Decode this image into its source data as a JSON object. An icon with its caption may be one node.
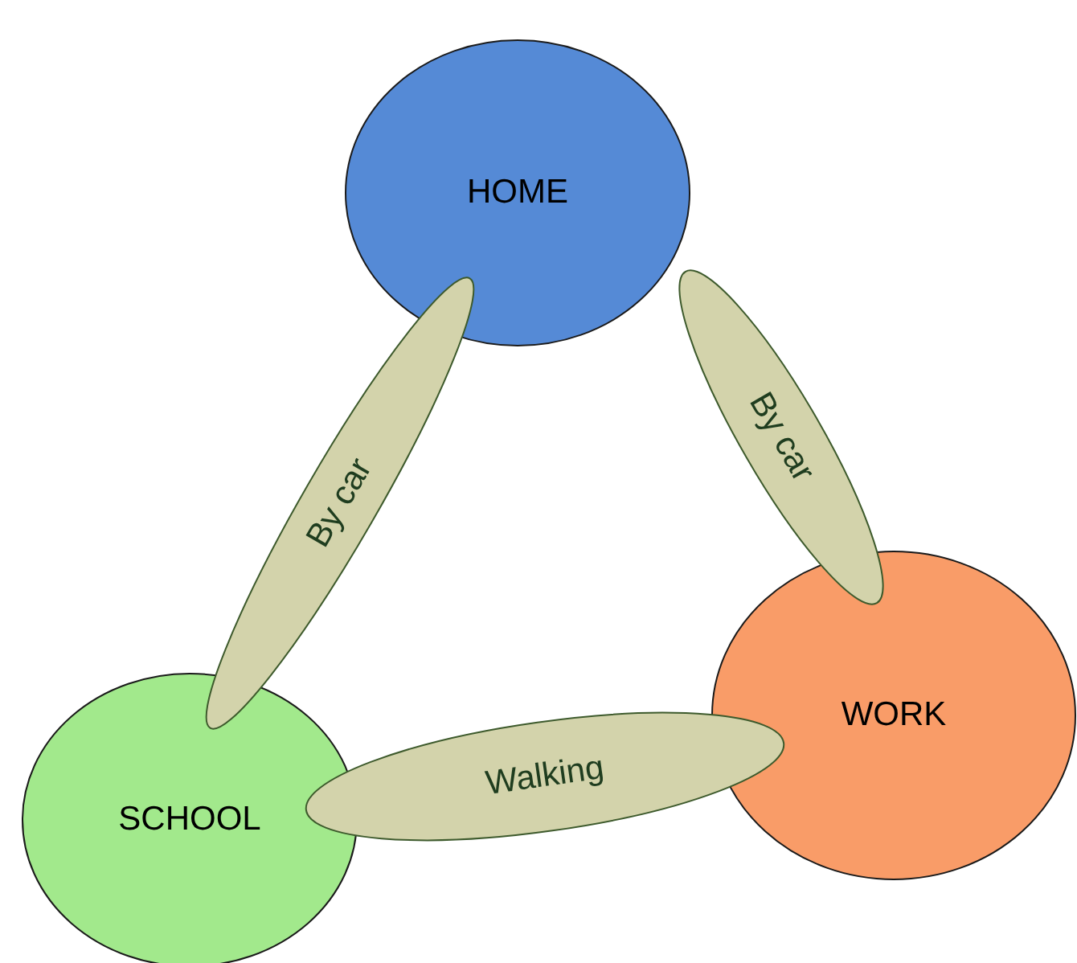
{
  "diagram": {
    "nodes": [
      {
        "text": [
          "HOME"
        ]
      },
      {
        "text": [
          "WORK"
        ]
      },
      {
        "text": [
          "SCHOOL"
        ]
      },
      {
        "text": [
          "By car"
        ]
      },
      {
        "text": [
          "By car"
        ]
      },
      {
        "text": [
          "Walking"
        ]
      }
    ]
  }
}
